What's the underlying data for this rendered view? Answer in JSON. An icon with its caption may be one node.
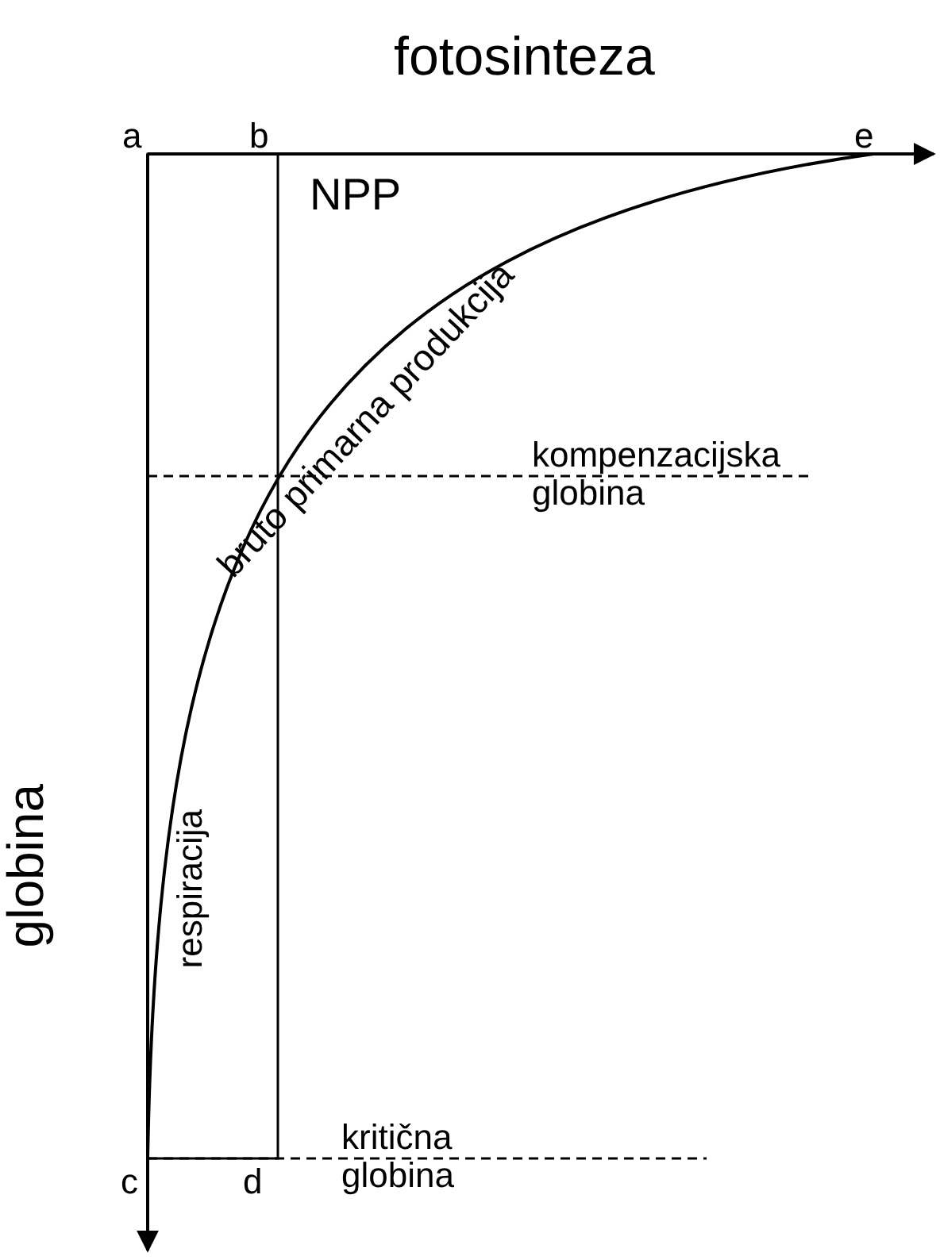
{
  "diagram": {
    "labels": [
      "fotosinteza",
      "a",
      "b",
      "e",
      "NPP",
      "bruto primarna produkcija",
      "kompenzacijska globina",
      "globina",
      "respiracija",
      "c",
      "d",
      "kritična globina"
    ]
  }
}
